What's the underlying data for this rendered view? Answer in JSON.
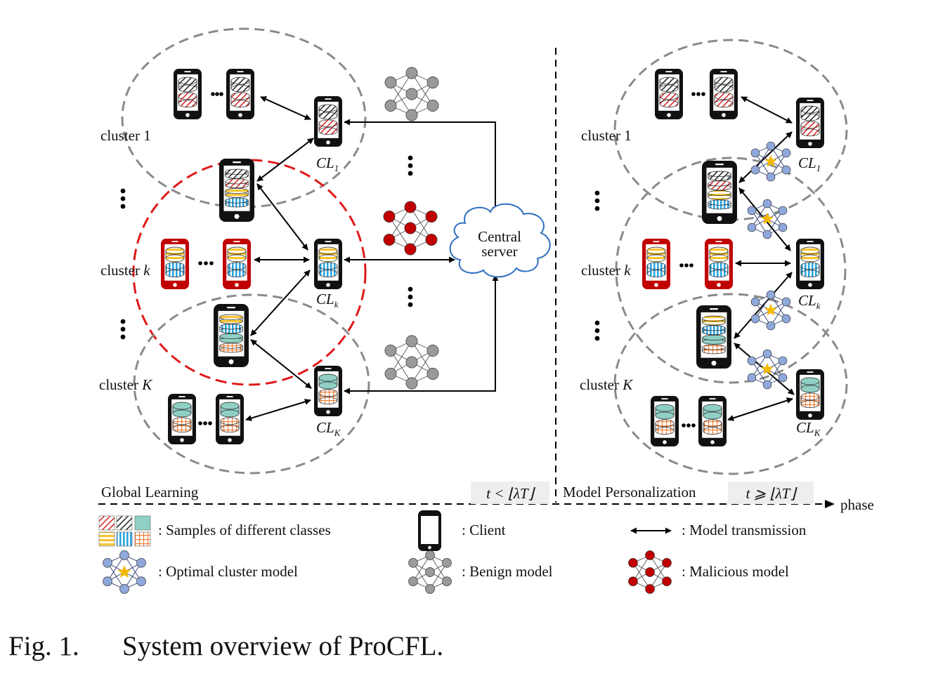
{
  "left": {
    "clusters": {
      "c1": {
        "label": "cluster 1",
        "leader": "CL",
        "leader_sub": "1"
      },
      "ck": {
        "label": "cluster ",
        "label_var": "k",
        "leader": "CL",
        "leader_sub": "k"
      },
      "cK": {
        "label": "cluster ",
        "label_var": "K",
        "leader": "CL",
        "leader_sub": "K"
      }
    },
    "server": {
      "line1": "Central",
      "line2": "server"
    },
    "phase_label": "Global Learning",
    "phase_cond": "t < ⌊λT⌋"
  },
  "right": {
    "clusters": {
      "c1": {
        "label": "cluster 1",
        "leader": "CL",
        "leader_sub": "1"
      },
      "ck": {
        "label": "cluster ",
        "label_var": "k",
        "leader": "CL",
        "leader_sub": "k"
      },
      "cK": {
        "label": "cluster ",
        "label_var": "K",
        "leader": "CL",
        "leader_sub": "K"
      }
    },
    "phase_label": "Model Personalization",
    "phase_cond": "t ⩾ ⌊λT⌋"
  },
  "axis": {
    "label": "phase"
  },
  "legend": {
    "samples": ": Samples of different classes",
    "client": ": Client",
    "transmission": ": Model transmission",
    "optimal": ": Optimal cluster model",
    "benign": ": Benign model",
    "malicious": ": Malicious model"
  },
  "caption": {
    "number": "Fig. 1.",
    "text": "System overview of ProCFL."
  },
  "colors": {
    "cluster_ellipse": "#8a8a8a",
    "malicious_ellipse": "#e01919",
    "benign_node": "#9a9a9a",
    "malicious_node": "#c00000",
    "optimal_node": "#8fa8dc",
    "star": "#f5b800",
    "red_phone": "#c00000",
    "teal": "#8fd0c4",
    "orange": "#ef7d32",
    "yellow": "#f7c531",
    "blue": "#2aa5e0"
  }
}
